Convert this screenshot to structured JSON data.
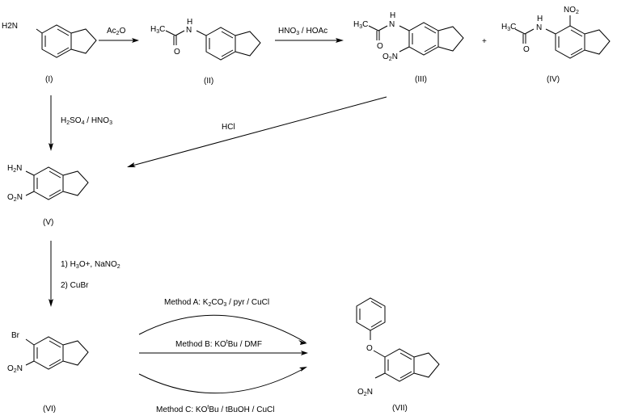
{
  "title": "Synthesis of 5-nitro-6-phenoxyindane",
  "colors": {
    "ink": "#000000",
    "background": "#ffffff"
  },
  "compounds": {
    "I": {
      "label": "(I)",
      "groups": {
        "amine": "H2N"
      }
    },
    "II": {
      "label": "(II)",
      "groups": {
        "methyl": "H3C",
        "nh": "N",
        "h": "H",
        "o": "O"
      }
    },
    "III": {
      "label": "(III)",
      "groups": {
        "methyl": "H3C",
        "nh": "N",
        "h": "H",
        "o": "O",
        "nitro": "O2N"
      }
    },
    "IV": {
      "label": "(IV)",
      "groups": {
        "methyl": "H3C",
        "nh": "N",
        "h": "H",
        "o": "O",
        "nitro": "NO2"
      }
    },
    "V": {
      "label": "(V)",
      "groups": {
        "amine": "H2N",
        "nitro": "O2N"
      }
    },
    "VI": {
      "label": "(VI)",
      "groups": {
        "bromo": "Br",
        "nitro": "O2N"
      }
    },
    "VII": {
      "label": "(VII)",
      "groups": {
        "ether_o": "O",
        "nitro": "O2N"
      }
    }
  },
  "plus_sign": "+",
  "reagents": {
    "step1": {
      "main": "Ac",
      "sub1": "2",
      "tail": "O"
    },
    "step2": {
      "text": "HNO",
      "sub": "3",
      "tail": " / HOAc"
    },
    "step3": {
      "text": "HCl"
    },
    "step4": {
      "a": "H",
      "sub1": "2",
      "b": "SO",
      "sub2": "4",
      "c": " / HNO",
      "sub3": "3"
    },
    "step5": {
      "line1": {
        "a": "1) H",
        "sub1": "3",
        "b": "O+, NaNO",
        "sub2": "2"
      },
      "line2": "2) CuBr"
    },
    "methodA": {
      "a": "Method A: K",
      "sub1": "2",
      "b": "CO",
      "sub2": "3",
      "c": " / pyr / CuCl"
    },
    "methodB": {
      "a": "Method B: KO",
      "sup": "t",
      "b": "Bu / DMF"
    },
    "methodC": {
      "a": "Method C: KO",
      "sup": "t",
      "b": "Bu / tBuOH / CuCl"
    }
  }
}
